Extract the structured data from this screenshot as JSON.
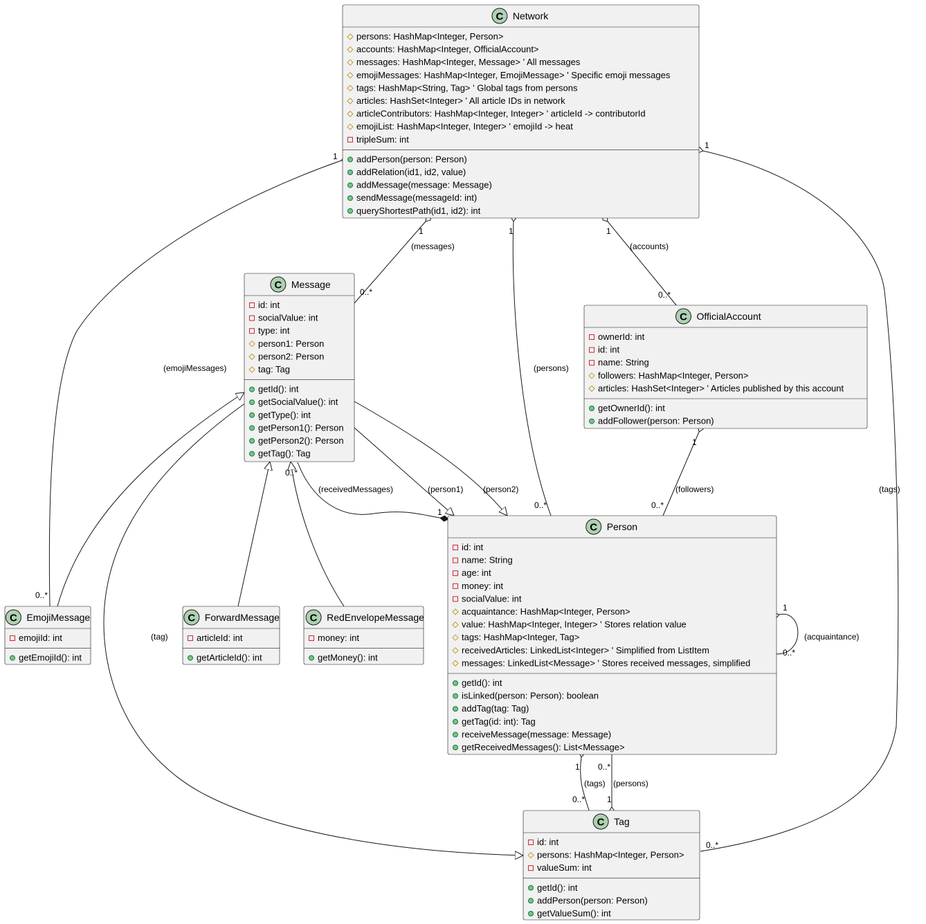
{
  "classes": {
    "network": {
      "name": "Network",
      "fields": [
        {
          "v": "#",
          "t": "persons: HashMap<Integer, Person>"
        },
        {
          "v": "#",
          "t": "accounts: HashMap<Integer, OfficialAccount>"
        },
        {
          "v": "#",
          "t": "messages: HashMap<Integer, Message> ' All messages"
        },
        {
          "v": "#",
          "t": "emojiMessages: HashMap<Integer, EmojiMessage> ' Specific emoji messages"
        },
        {
          "v": "#",
          "t": "tags: HashMap<String, Tag> ' Global tags from persons"
        },
        {
          "v": "#",
          "t": "articles: HashSet<Integer> ' All article IDs in network"
        },
        {
          "v": "#",
          "t": "articleContributors: HashMap<Integer, Integer> ' articleId -> contributorId"
        },
        {
          "v": "#",
          "t": "emojiList: HashMap<Integer, Integer> ' emojiId -> heat"
        },
        {
          "v": "-",
          "t": "tripleSum: int"
        }
      ],
      "methods": [
        {
          "v": "+",
          "t": "addPerson(person: Person)"
        },
        {
          "v": "+",
          "t": "addRelation(id1, id2, value)"
        },
        {
          "v": "+",
          "t": "addMessage(message: Message)"
        },
        {
          "v": "+",
          "t": "sendMessage(messageId: int)"
        },
        {
          "v": "+",
          "t": "queryShortestPath(id1, id2): int"
        }
      ]
    },
    "message": {
      "name": "Message",
      "fields": [
        {
          "v": "-",
          "t": "id: int"
        },
        {
          "v": "-",
          "t": "socialValue: int"
        },
        {
          "v": "-",
          "t": "type: int"
        },
        {
          "v": "#",
          "t": "person1: Person"
        },
        {
          "v": "#",
          "t": "person2: Person"
        },
        {
          "v": "#",
          "t": "tag: Tag"
        }
      ],
      "methods": [
        {
          "v": "+",
          "t": "getId(): int"
        },
        {
          "v": "+",
          "t": "getSocialValue(): int"
        },
        {
          "v": "+",
          "t": "getType(): int"
        },
        {
          "v": "+",
          "t": "getPerson1(): Person"
        },
        {
          "v": "+",
          "t": "getPerson2(): Person"
        },
        {
          "v": "+",
          "t": "getTag(): Tag"
        }
      ]
    },
    "official_account": {
      "name": "OfficialAccount",
      "fields": [
        {
          "v": "-",
          "t": "ownerId: int"
        },
        {
          "v": "-",
          "t": "id: int"
        },
        {
          "v": "-",
          "t": "name: String"
        },
        {
          "v": "#",
          "t": "followers: HashMap<Integer, Person>"
        },
        {
          "v": "#",
          "t": "articles: HashSet<Integer> ' Articles published by this account"
        }
      ],
      "methods": [
        {
          "v": "+",
          "t": "getOwnerId(): int"
        },
        {
          "v": "+",
          "t": "addFollower(person: Person)"
        }
      ]
    },
    "person": {
      "name": "Person",
      "fields": [
        {
          "v": "-",
          "t": "id: int"
        },
        {
          "v": "-",
          "t": "name: String"
        },
        {
          "v": "-",
          "t": "age: int"
        },
        {
          "v": "-",
          "t": "money: int"
        },
        {
          "v": "-",
          "t": "socialValue: int"
        },
        {
          "v": "#",
          "t": "acquaintance: HashMap<Integer, Person>"
        },
        {
          "v": "#",
          "t": "value: HashMap<Integer, Integer> ' Stores relation value"
        },
        {
          "v": "#",
          "t": "tags: HashMap<Integer, Tag>"
        },
        {
          "v": "#",
          "t": "receivedArticles: LinkedList<Integer> ' Simplified from ListItem"
        },
        {
          "v": "#",
          "t": "messages: LinkedList<Message> ' Stores received messages, simplified"
        }
      ],
      "methods": [
        {
          "v": "+",
          "t": "getId(): int"
        },
        {
          "v": "+",
          "t": "isLinked(person: Person): boolean"
        },
        {
          "v": "+",
          "t": "addTag(tag: Tag)"
        },
        {
          "v": "+",
          "t": "getTag(id: int): Tag"
        },
        {
          "v": "+",
          "t": "receiveMessage(message: Message)"
        },
        {
          "v": "+",
          "t": "getReceivedMessages(): List<Message>"
        }
      ]
    },
    "emoji_message": {
      "name": "EmojiMessage",
      "fields": [
        {
          "v": "-",
          "t": "emojiId: int"
        }
      ],
      "methods": [
        {
          "v": "+",
          "t": "getEmojiId(): int"
        }
      ]
    },
    "forward_message": {
      "name": "ForwardMessage",
      "fields": [
        {
          "v": "-",
          "t": "articleId: int"
        }
      ],
      "methods": [
        {
          "v": "+",
          "t": "getArticleId(): int"
        }
      ]
    },
    "red_envelope_message": {
      "name": "RedEnvelopeMessage",
      "fields": [
        {
          "v": "-",
          "t": "money: int"
        }
      ],
      "methods": [
        {
          "v": "+",
          "t": "getMoney(): int"
        }
      ]
    },
    "tag": {
      "name": "Tag",
      "fields": [
        {
          "v": "-",
          "t": "id: int"
        },
        {
          "v": "#",
          "t": "persons: HashMap<Integer, Person>"
        },
        {
          "v": "-",
          "t": "valueSum: int"
        }
      ],
      "methods": [
        {
          "v": "+",
          "t": "getId(): int"
        },
        {
          "v": "+",
          "t": "addPerson(person: Person)"
        },
        {
          "v": "+",
          "t": "getValueSum(): int"
        }
      ]
    }
  },
  "relations": {
    "messages": {
      "label": "(messages)",
      "from_mult": "1",
      "to_mult": "0..*"
    },
    "persons": {
      "label": "(persons)",
      "from_mult": "1",
      "to_mult": "0..*"
    },
    "accounts": {
      "label": "(accounts)",
      "from_mult": "1",
      "to_mult": "0..*"
    },
    "emoji_messages": {
      "label": "(emojiMessages)",
      "from_mult": "1",
      "to_mult": "0..*"
    },
    "tags": {
      "label": "(tags)",
      "from_mult": "1",
      "to_mult": "0..*"
    },
    "followers": {
      "label": "(followers)",
      "from_mult": "1",
      "to_mult": "0..*"
    },
    "received_messages": {
      "label": "(receivedMessages)",
      "from_mult": "1",
      "to_mult": "0..*"
    },
    "person1": {
      "label": "(person1)"
    },
    "person2": {
      "label": "(person2)"
    },
    "tag_of_message": {
      "label": "(tag)"
    },
    "acquaintance": {
      "label": "(acquaintance)",
      "from_mult": "1",
      "to_mult": "0..*"
    },
    "person_tags": {
      "label": "(tags)",
      "from_mult": "1",
      "to_mult": "0..*"
    },
    "tag_persons": {
      "label": "(persons)",
      "from_mult": "1",
      "to_mult": "0..*"
    }
  },
  "colors": {
    "class_fill": "#f1f1f1",
    "badge": "#add1b2",
    "protected": "#c29a2e",
    "private": "#c82930",
    "public": "#84be84"
  }
}
